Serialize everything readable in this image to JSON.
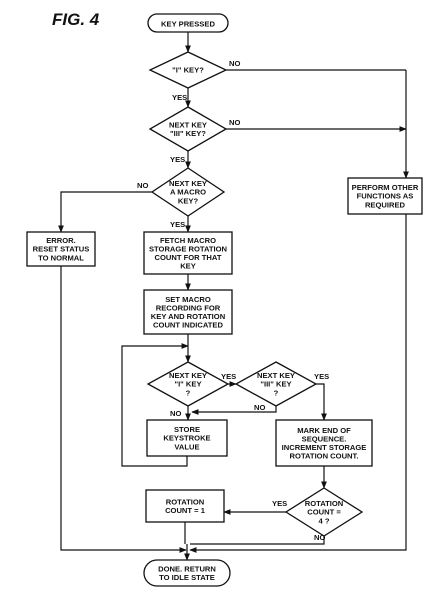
{
  "figure_label": "FIG. 4",
  "nodes": {
    "start": [
      "KEY PRESSED"
    ],
    "dec_i_key": [
      "\"I\" KEY?"
    ],
    "dec_next_iii": [
      "NEXT KEY",
      "\"III\" KEY?"
    ],
    "dec_macro": [
      "NEXT KEY",
      "A MACRO",
      "KEY?"
    ],
    "perform_other": [
      "PERFORM OTHER",
      "FUNCTIONS AS",
      "REQUIRED"
    ],
    "error": [
      "ERROR.",
      "RESET STATUS",
      "TO NORMAL"
    ],
    "fetch_macro": [
      "FETCH MACRO",
      "STORAGE ROTATION",
      "COUNT FOR THAT",
      "KEY"
    ],
    "set_macro": [
      "SET MACRO",
      "RECORDING FOR",
      "KEY AND ROTATION",
      "COUNT INDICATED"
    ],
    "dec_next_i": [
      "NEXT KEY",
      "\"I\" KEY",
      "?"
    ],
    "dec_next_iii2": [
      "NEXT KEY",
      "\"III\" KEY",
      "?"
    ],
    "store_keystroke": [
      "STORE",
      "KEYSTROKE",
      "VALUE"
    ],
    "mark_end": [
      "MARK END OF",
      "SEQUENCE.",
      "INCREMENT STORAGE",
      "ROTATION COUNT."
    ],
    "rotation_one": [
      "ROTATION",
      "COUNT = 1"
    ],
    "dec_rotation4": [
      "ROTATION",
      "COUNT =",
      "4 ?"
    ],
    "done": [
      "DONE. RETURN",
      "TO IDLE STATE"
    ]
  },
  "edges": {
    "i_no": "NO",
    "i_yes": "YES",
    "iii_no": "NO",
    "iii_yes": "YES",
    "macro_no": "NO",
    "macro_yes": "YES",
    "next_i_yes": "YES",
    "next_i_no": "NO",
    "next_iii2_yes": "YES",
    "next_iii2_no": "NO",
    "rot_yes": "YES",
    "rot_no": "NO"
  }
}
